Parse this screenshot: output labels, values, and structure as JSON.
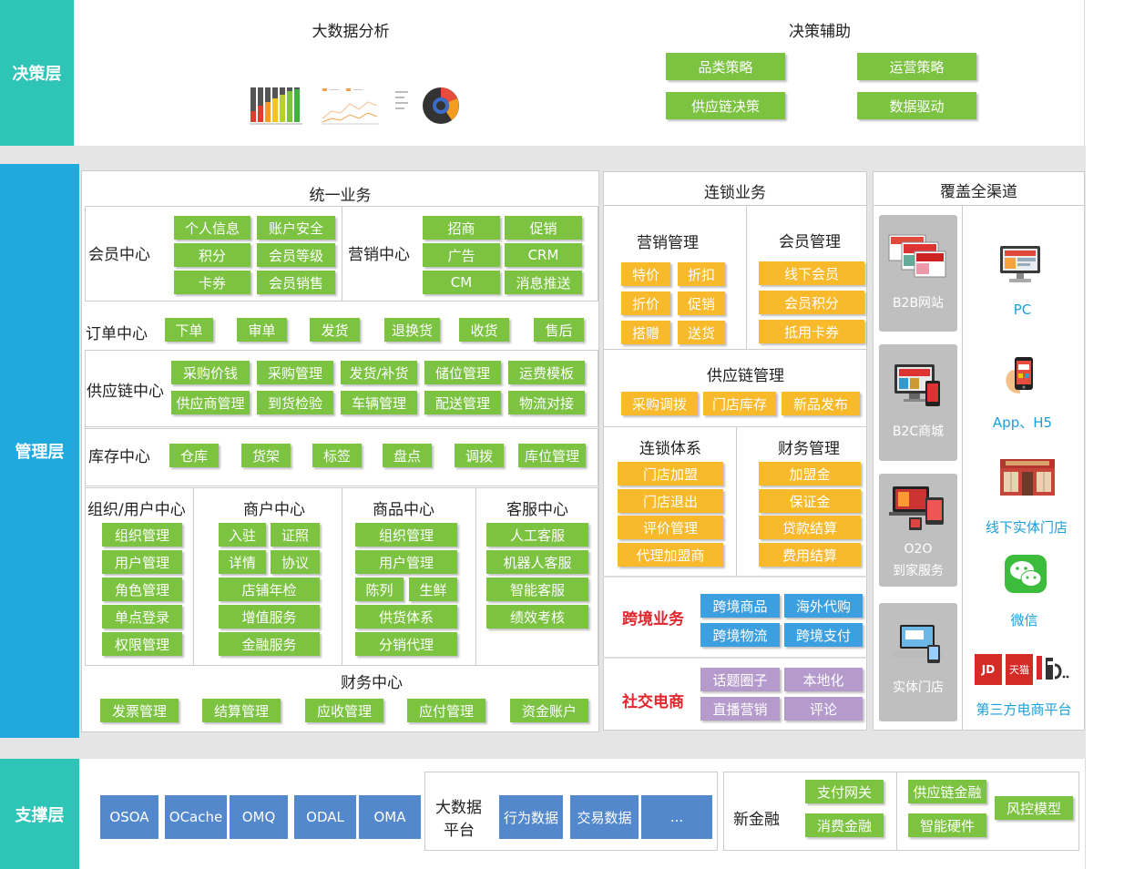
{
  "colors": {
    "teal": "#2ec4b6",
    "blue": "#1fa9dd",
    "green": "#7dc342",
    "orange": "#f8b92b",
    "lightblue": "#3b9fe0",
    "purple": "#b49bcc",
    "steel": "#5388cd",
    "red": "#e0252c"
  },
  "decision": {
    "label": "决策层",
    "bigdata_title": "大数据分析",
    "aux_title": "决策辅助",
    "aux": [
      "品类策略",
      "运营策略",
      "供应链决策",
      "数据驱动"
    ]
  },
  "mgmt": {
    "label": "管理层",
    "unified": {
      "title": "统一业务",
      "member": {
        "label": "会员中心",
        "items": [
          "个人信息",
          "账户安全",
          "积分",
          "会员等级",
          "卡券",
          "会员销售"
        ]
      },
      "marketing": {
        "label": "营销中心",
        "items": [
          "招商",
          "促销",
          "广告",
          "CRM",
          "CM",
          "消息推送"
        ]
      },
      "order": {
        "label": "订单中心",
        "items": [
          "下单",
          "审单",
          "发货",
          "退换货",
          "收货",
          "售后"
        ]
      },
      "supply": {
        "label": "供应链中心",
        "items": [
          "采购价钱",
          "采购管理",
          "发货/补货",
          "储位管理",
          "运费模板",
          "供应商管理",
          "到货检验",
          "车辆管理",
          "配送管理",
          "物流对接"
        ]
      },
      "inventory": {
        "label": "库存中心",
        "items": [
          "仓库",
          "货架",
          "标签",
          "盘点",
          "调拨",
          "库位管理"
        ]
      },
      "org": {
        "label": "组织/用户中心",
        "items": [
          "组织管理",
          "用户管理",
          "角色管理",
          "单点登录",
          "权限管理"
        ]
      },
      "merchant": {
        "label": "商户中心",
        "items": [
          "入驻",
          "证照",
          "详情",
          "协议",
          "店铺年检",
          "增值服务",
          "金融服务"
        ]
      },
      "goods": {
        "label": "商品中心",
        "items": [
          "组织管理",
          "用户管理",
          "陈列",
          "生鲜",
          "供货体系",
          "分销代理"
        ]
      },
      "service": {
        "label": "客服中心",
        "items": [
          "人工客服",
          "机器人客服",
          "智能客服",
          "绩效考核"
        ]
      },
      "finance": {
        "label": "财务中心",
        "items": [
          "发票管理",
          "结算管理",
          "应收管理",
          "应付管理",
          "资金账户"
        ]
      }
    },
    "chain": {
      "title": "连锁业务",
      "marketing": {
        "label": "营销管理",
        "items": [
          "特价",
          "折扣",
          "折价",
          "促销",
          "搭赠",
          "送货"
        ]
      },
      "member": {
        "label": "会员管理",
        "items": [
          "线下会员",
          "会员积分",
          "抵用卡券"
        ]
      },
      "supply": {
        "label": "供应链管理",
        "items": [
          "采购调拨",
          "门店库存",
          "新品发布"
        ]
      },
      "system": {
        "label": "连锁体系",
        "items": [
          "门店加盟",
          "门店退出",
          "评价管理",
          "代理加盟商"
        ]
      },
      "finance": {
        "label": "财务管理",
        "items": [
          "加盟金",
          "保证金",
          "贷款结算",
          "费用结算"
        ]
      },
      "cross": {
        "label": "跨境业务",
        "items": [
          "跨境商品",
          "海外代购",
          "跨境物流",
          "跨境支付"
        ]
      },
      "social": {
        "label": "社交电商",
        "items": [
          "话题圈子",
          "本地化",
          "直播营销",
          "评论"
        ]
      }
    },
    "channels": {
      "title": "覆盖全渠道",
      "tiles": [
        "B2B网站",
        "B2C商城",
        "O2O",
        "到家服务",
        "实体门店"
      ],
      "items": [
        "PC",
        "App、H5",
        "线下实体门店",
        "微信",
        "第三方电商平台"
      ],
      "logo_text": [
        "JD",
        "天猫"
      ]
    }
  },
  "support": {
    "label": "支撑层",
    "items": [
      "OSOA",
      "OCache",
      "OMQ",
      "ODAL",
      "OMA"
    ],
    "bigdata": {
      "label1": "大数据",
      "label2": "平台",
      "items": [
        "行为数据",
        "交易数据",
        "..."
      ]
    },
    "fin": {
      "label": "新金融",
      "items": [
        "支付网关",
        "消费金融",
        "供应链金融",
        "智能硬件",
        "风控模型"
      ]
    }
  }
}
